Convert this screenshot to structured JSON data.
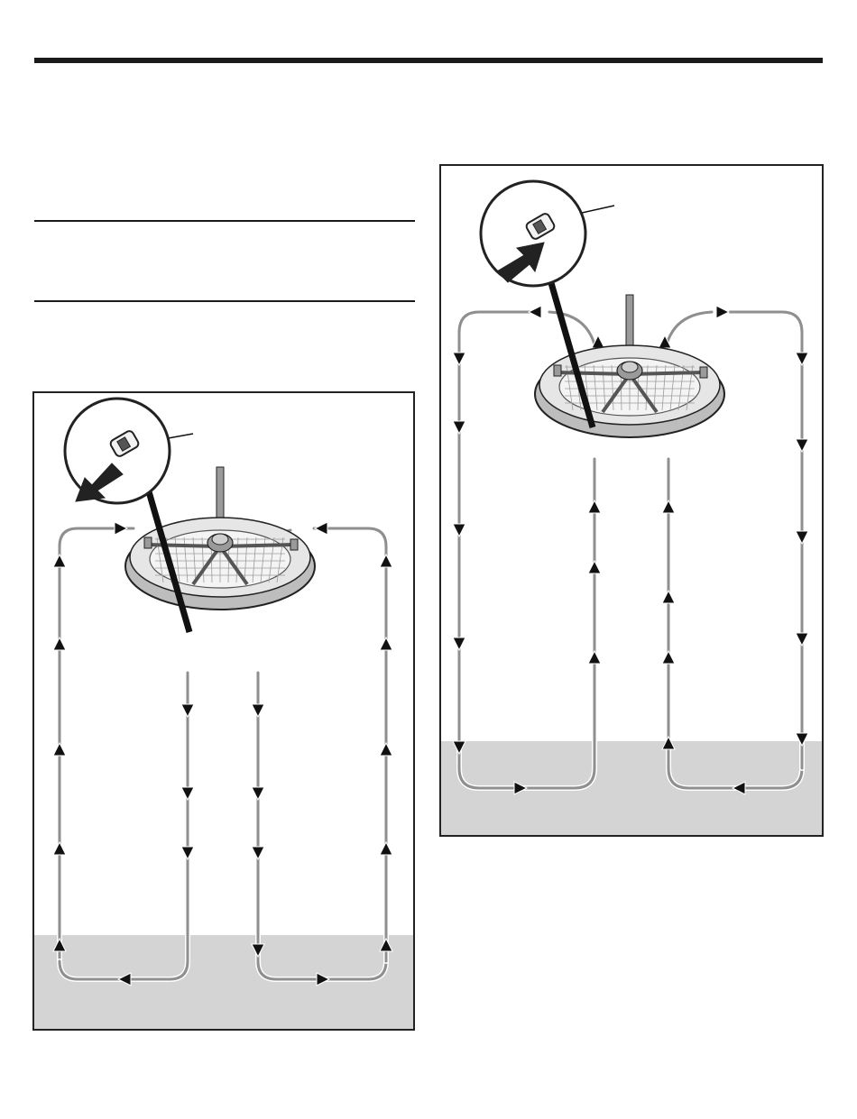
{
  "page": {
    "background": "#ffffff",
    "rule_color": "#1a1a1a"
  },
  "diagram": {
    "colors": {
      "floor": "#d4d4d4",
      "airflow": "#8f8f8f",
      "arrow": "#111111",
      "fan_metal": "#9a9a9a",
      "fan_dark": "#555555",
      "outline": "#222222"
    },
    "panels": [
      {
        "id": "downdraft",
        "airflow_direction": "down",
        "switch_arrow": "down-left"
      },
      {
        "id": "updraft",
        "airflow_direction": "up",
        "switch_arrow": "up-right"
      }
    ]
  }
}
